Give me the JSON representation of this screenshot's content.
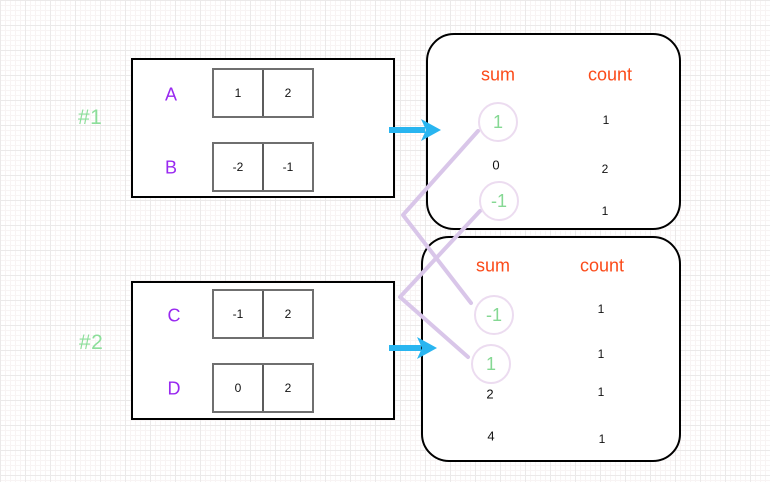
{
  "groups": [
    {
      "id": "#1",
      "rows": [
        {
          "label": "A",
          "cells": [
            "1",
            "2"
          ]
        },
        {
          "label": "B",
          "cells": [
            "-2",
            "-1"
          ]
        }
      ]
    },
    {
      "id": "#2",
      "rows": [
        {
          "label": "C",
          "cells": [
            "-1",
            "2"
          ]
        },
        {
          "label": "D",
          "cells": [
            "0",
            "2"
          ]
        }
      ]
    }
  ],
  "tables": [
    {
      "headers": {
        "sum": "sum",
        "count": "count"
      },
      "rows": [
        {
          "sum": "1",
          "count": "1",
          "circled": true
        },
        {
          "sum": "0",
          "count": "2",
          "circled": false
        },
        {
          "sum": "-1",
          "count": "1",
          "circled": true
        }
      ]
    },
    {
      "headers": {
        "sum": "sum",
        "count": "count"
      },
      "rows": [
        {
          "sum": "-1",
          "count": "1",
          "circled": true
        },
        {
          "sum": "1",
          "count": "1",
          "circled": true
        },
        {
          "sum": "2",
          "count": "1",
          "circled": false
        },
        {
          "sum": "4",
          "count": "1",
          "circled": false
        }
      ]
    }
  ],
  "links": [
    {
      "from": "table1 sum 1",
      "to": "table2 sum -1"
    },
    {
      "from": "table1 sum -1",
      "to": "table2 sum 1"
    }
  ],
  "palette": {
    "green": "#8cde9a",
    "purple": "#9929f0",
    "orange": "#fb4b1a",
    "cyan": "#29b5f0",
    "lavender": "#d9c6e9"
  }
}
